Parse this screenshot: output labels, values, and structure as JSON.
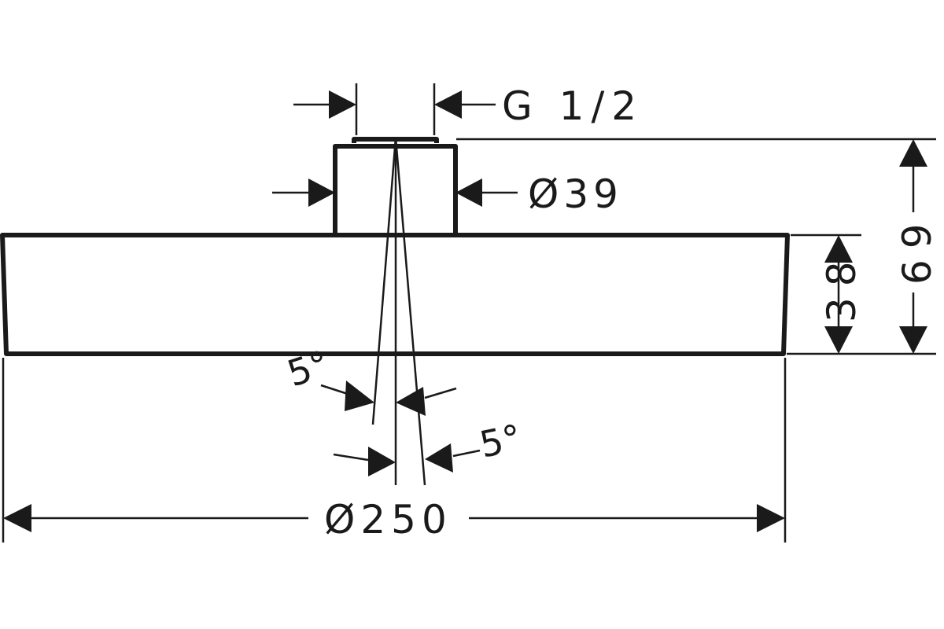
{
  "drawing": {
    "labels": {
      "thread": "G 1/2",
      "connector_diameter": "Ø39",
      "head_diameter": "Ø250",
      "overall_height": "69",
      "head_height": "38",
      "tilt_upper": "5°",
      "tilt_lower": "5°"
    },
    "colors": {
      "line": "#1a1a1a",
      "background": "#ffffff"
    }
  }
}
